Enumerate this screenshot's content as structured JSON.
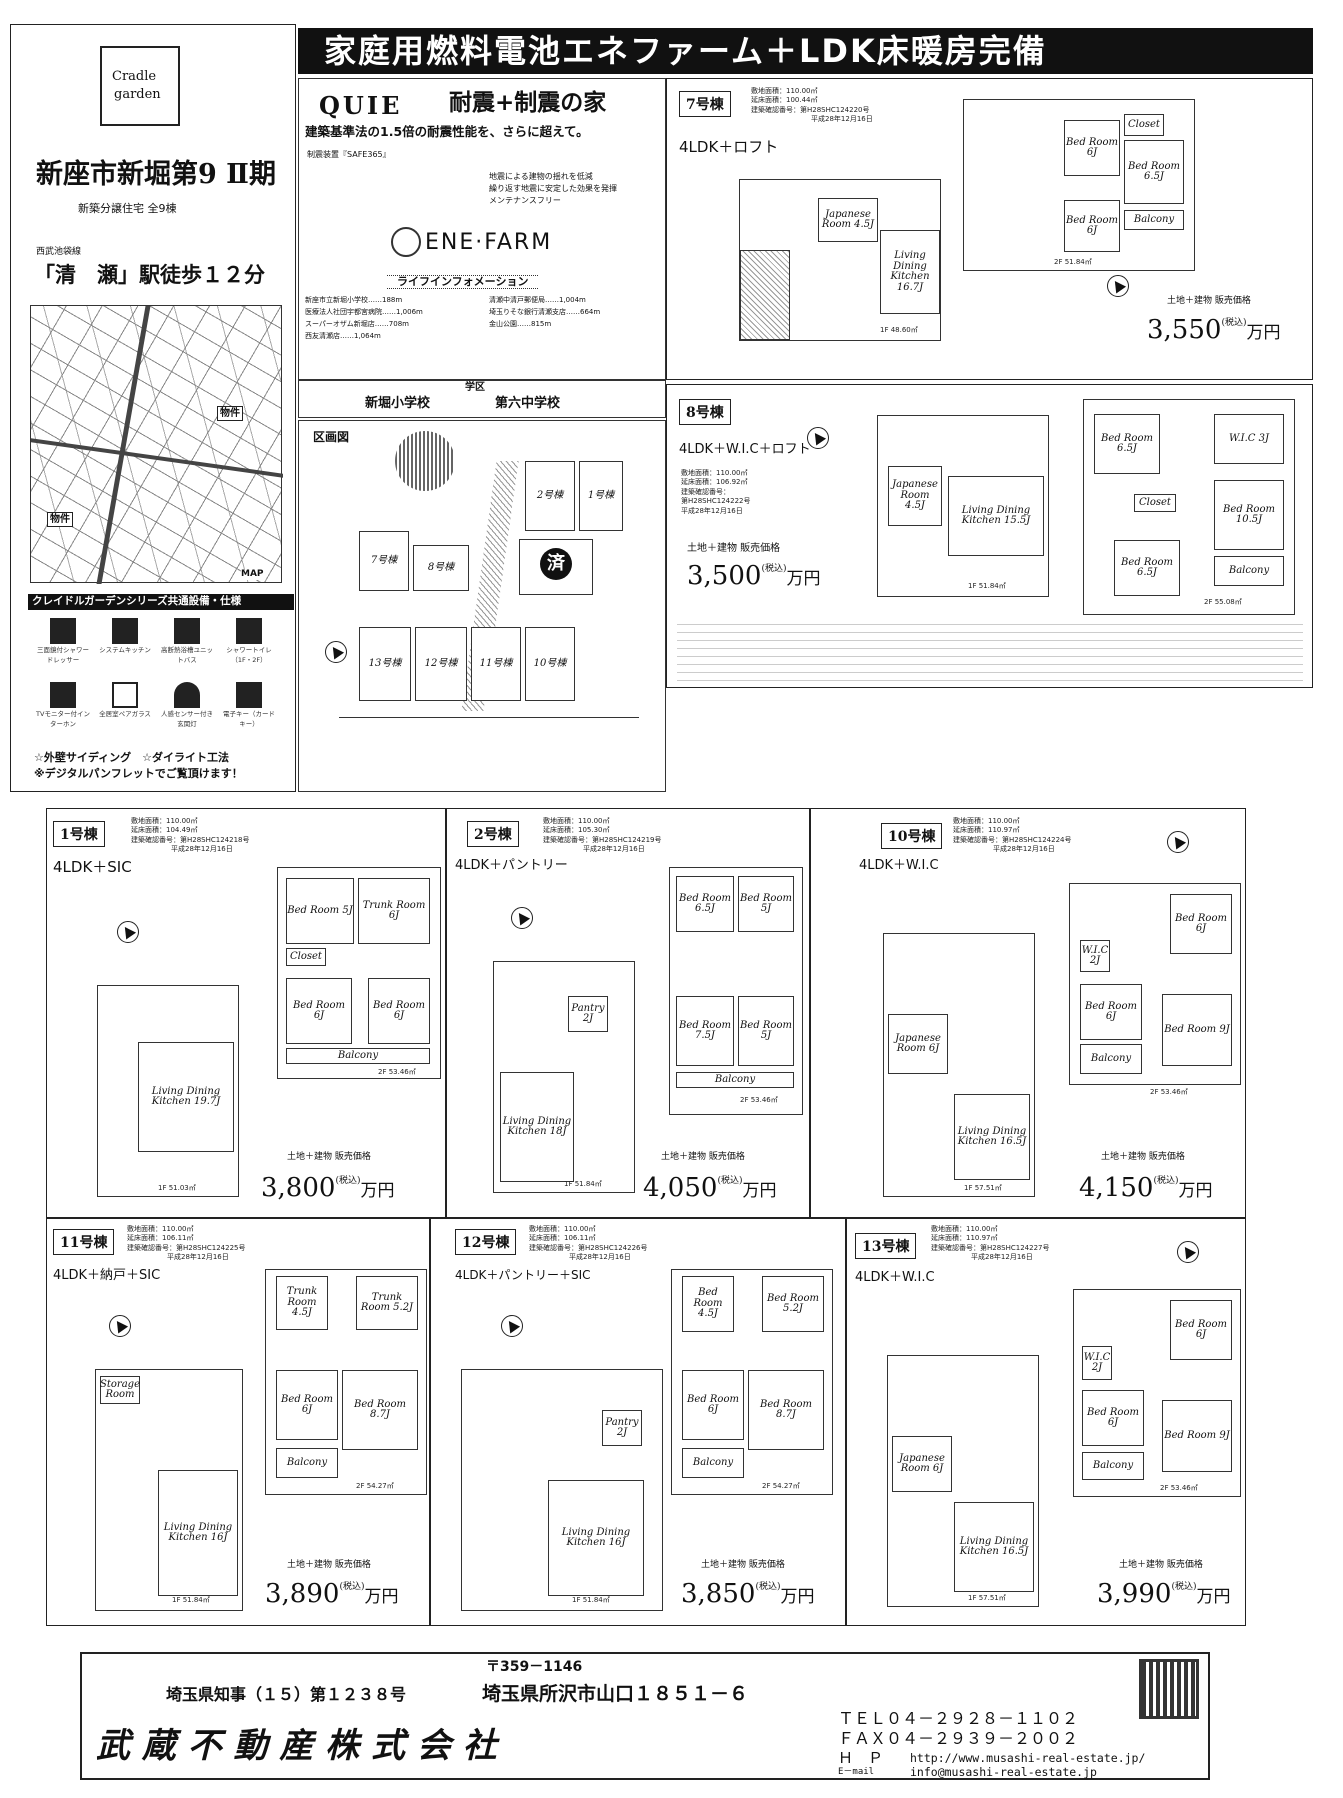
{
  "banner": {
    "title": "家庭用燃料電池エネファーム＋LDK床暖房完備"
  },
  "logo": {
    "line1": "Cradle",
    "line2": "garden"
  },
  "project": {
    "name": "新座市新堀第9 Ⅱ期",
    "subtitle": "新築分譲住宅 全9棟",
    "line": "西武池袋線",
    "station": "「清　瀬」駅徒歩１２分"
  },
  "map": {
    "bukken1": "物件",
    "bukken2": "物件",
    "corner": "MAP"
  },
  "series": {
    "heading": "クレイドルガーデンシリーズ共通設備・仕様",
    "features": [
      "三面鏡付シャワードレッサー",
      "システムキッチン",
      "高断熱浴槽ユニットバス",
      "シャワートイレ（1F・2F）",
      "TVモニター付インターホン",
      "全居室ペアガラス",
      "人感センサー付き玄関灯",
      "電子キー（カードキー）"
    ],
    "note1": "☆外壁サイディング　☆ダイライト工法",
    "note2": "※デジタルパンフレットでご覧頂けます！"
  },
  "quie": {
    "brand": "QUIE",
    "tagline": "耐震+制震の家",
    "desc": "建築基準法の1.5倍の耐震性能を、さらに超えて。",
    "system": "制震装置『SAFE365』",
    "points": [
      "地震による建物の揺れを低減",
      "繰り返す地震に安定した効果を発揮",
      "メンテナンスフリー"
    ]
  },
  "enefarm": {
    "label": "ENE·FARM"
  },
  "lifeinfo": {
    "heading": "ライフインフォメーション",
    "items": [
      "新座市立新堀小学校……188m",
      "医療法人社団宇都宮病院……1,006m",
      "スーパーオザム新堀店……708m",
      "西友清瀬店……1,064m",
      "清瀬中清戸郵便局……1,004m",
      "埼玉りそな銀行清瀬支店……664m",
      "金山公園……815m"
    ]
  },
  "school": {
    "heading": "学区",
    "elementary": "新堀小学校",
    "middle": "第六中学校"
  },
  "plot": {
    "heading": "区画図",
    "sold": "済",
    "lots": [
      "1号棟",
      "2号棟",
      "7号棟",
      "8号棟",
      "13号棟",
      "12号棟",
      "11号棟",
      "10号棟"
    ]
  },
  "units": [
    {
      "id": "u7",
      "name": "7号棟",
      "layout": "4LDK＋ロフト",
      "spec": [
        "敷地面積：110.00㎡",
        "延床面積：100.44㎡",
        "建築確認番号：第H28SHC124220号",
        "平成28年12月16日"
      ],
      "f1": "1F 48.60㎡",
      "f2": "2F 51.84㎡",
      "price_label": "土地＋建物 販売価格",
      "price": "3,550",
      "tax": "(税込)",
      "man": "万円",
      "rooms": [
        "Bed Room 6J",
        "Bed Room 6.5J",
        "Bed Room 6J",
        "Japanese Room 4.5J",
        "Living Dining Kitchen 16.7J",
        "Closet",
        "Balcony"
      ]
    },
    {
      "id": "u8",
      "name": "8号棟",
      "layout": "4LDK＋W.I.C＋ロフト",
      "spec": [
        "敷地面積：110.00㎡",
        "延床面積：106.92㎡",
        "建築確認番号：",
        "第H28SHC124222号",
        "平成28年12月16日"
      ],
      "f1": "1F 51.84㎡",
      "f2": "2F 55.08㎡",
      "price_label": "土地＋建物 販売価格",
      "price": "3,500",
      "tax": "(税込)",
      "man": "万円",
      "rooms": [
        "Bed Room 6.5J",
        "W.I.C 3J",
        "Japanese Room 4.5J",
        "Living Dining Kitchen 15.5J",
        "Bed Room 10.5J",
        "Bed Room 6.5J",
        "Balcony",
        "Closet"
      ]
    },
    {
      "id": "u1",
      "name": "1号棟",
      "layout": "4LDK＋SIC",
      "spec": [
        "敷地面積：110.00㎡",
        "延床面積：104.49㎡",
        "建築確認番号：第H28SHC124218号",
        "平成28年12月16日"
      ],
      "f1": "1F 51.03㎡",
      "f2": "2F 53.46㎡",
      "price_label": "土地＋建物 販売価格",
      "price": "3,800",
      "tax": "(税込)",
      "man": "万円",
      "rooms": [
        "Bed Room 5J",
        "Trunk Room 6J",
        "Bed Room 6J",
        "Bed Room 6J",
        "Living Dining Kitchen 19.7J",
        "Closet",
        "Balcony"
      ]
    },
    {
      "id": "u2",
      "name": "2号棟",
      "layout": "4LDK＋パントリー",
      "spec": [
        "敷地面積：110.00㎡",
        "延床面積：105.30㎡",
        "建築確認番号：第H28SHC124219号",
        "平成28年12月16日"
      ],
      "f1": "1F 51.84㎡",
      "f2": "2F 53.46㎡",
      "price_label": "土地＋建物 販売価格",
      "price": "4,050",
      "tax": "(税込)",
      "man": "万円",
      "rooms": [
        "Bed Room 6.5J",
        "Bed Room 5J",
        "Bed Room 7.5J",
        "Bed Room 5J",
        "Living Dining Kitchen 18J",
        "Pantry 2J",
        "Balcony"
      ]
    },
    {
      "id": "u10",
      "name": "10号棟",
      "layout": "4LDK＋W.I.C",
      "spec": [
        "敷地面積：110.00㎡",
        "延床面積：110.97㎡",
        "建築確認番号：第H28SHC124224号",
        "平成28年12月16日"
      ],
      "f1": "1F 57.51㎡",
      "f2": "2F 53.46㎡",
      "price_label": "土地＋建物 販売価格",
      "price": "4,150",
      "tax": "(税込)",
      "man": "万円",
      "rooms": [
        "Bed Room 6J",
        "Bed Room 6J",
        "Bed Room 9J",
        "Japanese Room 6J",
        "Living Dining Kitchen 16.5J",
        "W.I.C 2J",
        "Balcony"
      ]
    },
    {
      "id": "u11",
      "name": "11号棟",
      "layout": "4LDK＋納戸＋SIC",
      "spec": [
        "敷地面積：110.00㎡",
        "延床面積：106.11㎡",
        "建築確認番号：第H28SHC124225号",
        "平成28年12月16日"
      ],
      "f1": "1F 51.84㎡",
      "f2": "2F 54.27㎡",
      "price_label": "土地＋建物 販売価格",
      "price": "3,890",
      "tax": "(税込)",
      "man": "万円",
      "rooms": [
        "Trunk Room 4.5J",
        "Trunk Room 5.2J",
        "Bed Room 6J",
        "Bed Room 8.7J",
        "Living Dining Kitchen 16J",
        "Storage Room",
        "Balcony"
      ]
    },
    {
      "id": "u12",
      "name": "12号棟",
      "layout": "4LDK＋パントリー＋SIC",
      "spec": [
        "敷地面積：110.00㎡",
        "延床面積：106.11㎡",
        "建築確認番号：第H28SHC124226号",
        "平成28年12月16日"
      ],
      "f1": "1F 51.84㎡",
      "f2": "2F 54.27㎡",
      "price_label": "土地＋建物 販売価格",
      "price": "3,850",
      "tax": "(税込)",
      "man": "万円",
      "rooms": [
        "Bed Room 4.5J",
        "Bed Room 5.2J",
        "Bed Room 6J",
        "Bed Room 8.7J",
        "Living Dining Kitchen 16J",
        "Pantry 2J",
        "Balcony"
      ]
    },
    {
      "id": "u13",
      "name": "13号棟",
      "layout": "4LDK＋W.I.C",
      "spec": [
        "敷地面積：110.00㎡",
        "延床面積：110.97㎡",
        "建築確認番号：第H28SHC124227号",
        "平成28年12月16日"
      ],
      "f1": "1F 57.51㎡",
      "f2": "2F 53.46㎡",
      "price_label": "土地＋建物 販売価格",
      "price": "3,990",
      "tax": "(税込)",
      "man": "万円",
      "rooms": [
        "Bed Room 6J",
        "Bed Room 6J",
        "Bed Room 9J",
        "Japanese Room 6J",
        "Living Dining Kitchen 16.5J",
        "W.I.C 2J",
        "Balcony"
      ]
    }
  ],
  "footer": {
    "postal": "〒359－1146",
    "license": "埼玉県知事（１５）第１２３８号",
    "address": "埼玉県所沢市山口１８５１－６",
    "company": "武 蔵 不 動 産 株 式 会 社",
    "tel": "ＴＥＬ０４－２９２８－１１０２",
    "fax": "ＦＡＸ０４－２９３９－２００２",
    "hp_label": "Ｈ　Ｐ",
    "hp": "http://www.musashi-real-estate.jp/",
    "email_label": "E－mail",
    "email": "info@musashi-real-estate.jp"
  }
}
